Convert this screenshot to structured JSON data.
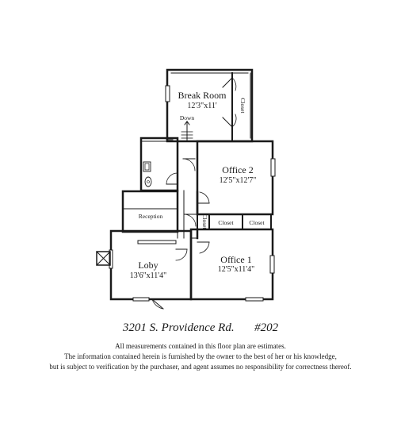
{
  "rooms": {
    "break_room": {
      "name": "Break Room",
      "size": "12'3\"x11'"
    },
    "closet_top": "Closet",
    "down": "Down",
    "office2": {
      "name": "Office 2",
      "size": "12'5\"x12'7\""
    },
    "reception": "Reception",
    "closet_small": "Closet",
    "closet_mid": "Closet",
    "closet_right": "Closet",
    "lobby": {
      "name": "Loby",
      "size": "13'6\"x11'4\""
    },
    "office1": {
      "name": "Office 1",
      "size": "12'5\"x11'4\""
    }
  },
  "caption": {
    "address": "3201 S. Providence Rd.",
    "unit": "#202",
    "disclaimer_1": "All measurements contained in this floor plan are estimates.",
    "disclaimer_2": "The information contained herein is furnished by the owner to the best of her or his knowledge,",
    "disclaimer_3": "but is subject to verification by the purchaser, and agent assumes no responsibility for correctness thereof."
  }
}
